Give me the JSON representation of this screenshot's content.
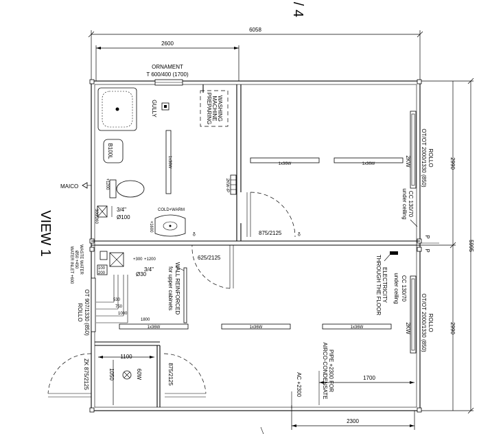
{
  "dims": {
    "overall_width": "6058",
    "inner_width": "2600",
    "overall_height": "5995",
    "top_height": "2990",
    "bottom_height": "2990",
    "lower_width": "2300",
    "ac_offset": "1700",
    "door_width": "1100",
    "door_height": "1050",
    "d530": "530",
    "d750": "750",
    "d1000": "1000",
    "d1800": "1800",
    "d100": "100",
    "d200": "200",
    "mark_p1": "P",
    "mark_p2": "P"
  },
  "labels": {
    "ornament": "ORNAMENT",
    "ornament_spec": "T 600/400 (1700)",
    "gully": "GULLY",
    "washing": "WASHING",
    "machine": "MACHINE",
    "preparing": "PREPARING",
    "b100l": "B100L",
    "maico": "MAICO",
    "h1200": "+1200",
    "pipe_34": "3/4\"",
    "pipe_100": "Ø100",
    "cold_warm": "COLD+WARM",
    "wall_h": "300/260",
    "water1": "WASTE WATER",
    "water2": "Ø50 +450",
    "water_inlet": "WATER INLET +600",
    "h1600": "+1600",
    "lamp_bath": "1x36W",
    "lamp1": "1x36W",
    "lamp2": "1x36W",
    "lamp3": "1x36W",
    "lamp4": "1x36W",
    "lamp5": "1x36W",
    "kw_2p": "2KW-IP",
    "door1": "875/2125",
    "door2": "625/2125",
    "door3": "875/2125",
    "rollo_top": "ROLLO",
    "ot_top": "OT/OT 2000/1330 (850)",
    "kw_top": "2KW",
    "cc_top": "CC 130/70",
    "under_top": "under ceiling",
    "rollo_bot": "ROLLO",
    "ot_bot": "OT/OT 2000/1330 (850)",
    "kw_bot": "2KW",
    "cc_bot": "CC 130/70",
    "under_bot": "under ceiling",
    "electricity": "ELECTRICITY",
    "through_floor": "THROUGH THE FLOOR",
    "h300": "+300",
    "h1200b": "+1200",
    "pipe_34b": "3/4\"",
    "pipe_30": "Ø30",
    "wall_reinforced": "WALL REINFORCED",
    "upper_cabinets": "for upper cabinets",
    "ot_left": "OT 907/1330 (850)",
    "rollo_left": "ROLLO",
    "zk": "ZK 875/2125",
    "lamp_60w": "60W",
    "pipe_ac": "PIPE +2300 FOR",
    "airco": "AIRCO-CONDENSATE",
    "ac": "AC +2300",
    "view": "VIEW 1",
    "sheet": "/ 4"
  }
}
